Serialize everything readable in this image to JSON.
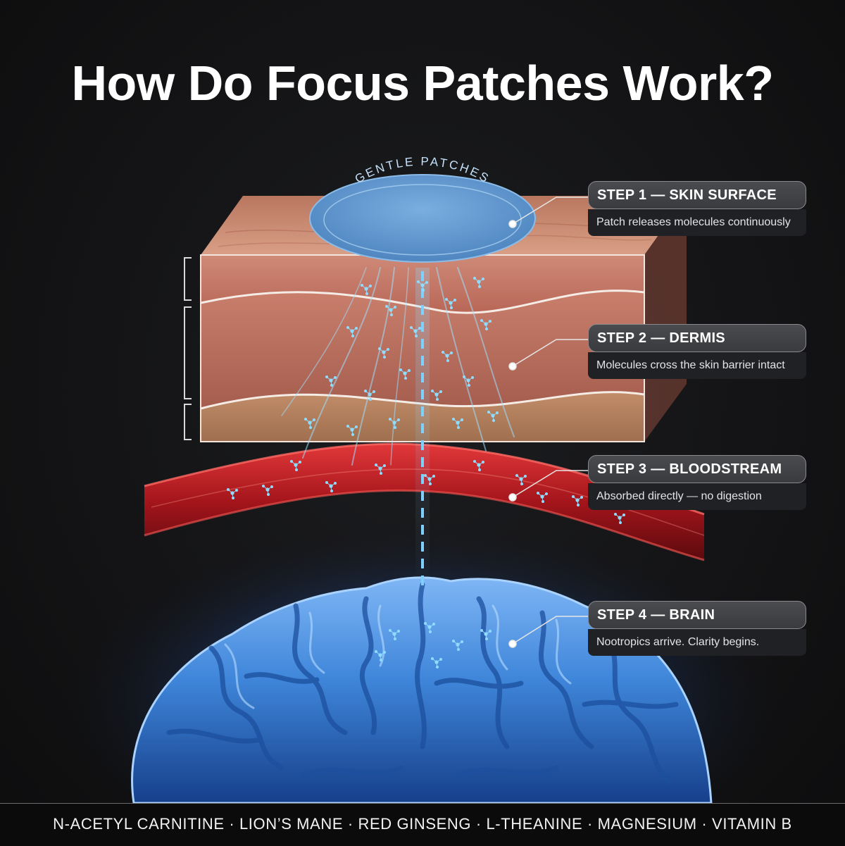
{
  "title": "How Do Focus Patches Work?",
  "patch_label": "GENTLE PATCHES",
  "steps": [
    {
      "heading": "STEP 1 — SKIN SURFACE",
      "description": "Patch releases molecules continuously"
    },
    {
      "heading": "STEP 2 — DERMIS",
      "description": "Molecules cross the skin barrier intact"
    },
    {
      "heading": "STEP 3 — BLOODSTREAM",
      "description": "Absorbed directly — no digestion"
    },
    {
      "heading": "STEP 4 — BRAIN",
      "description": "Nootropics arrive. Clarity begins."
    }
  ],
  "ingredients": "N-ACETYL CARNITINE · LION’S MANE · RED GINSENG · L-THEANINE · MAGNESIUM · VITAMIN B",
  "colors": {
    "background": "#141416",
    "patch": "#5b93c9",
    "molecule": "#7fd0ff",
    "vein": "#b3191e",
    "brain": "#3b7fd6",
    "skin_top": "#c98e78",
    "fat": "#b8815b"
  }
}
